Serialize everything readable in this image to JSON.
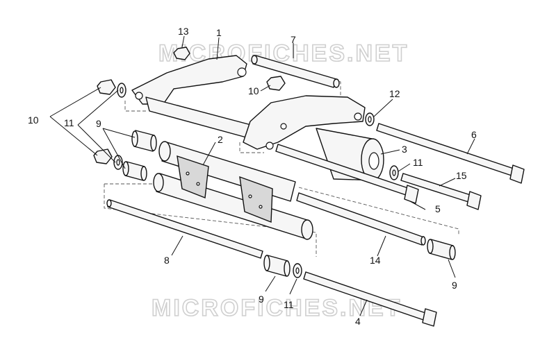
{
  "watermark": {
    "top": "MICROFICHES.NET",
    "bottom": "MICROFICHES.NET"
  },
  "callouts": {
    "c1": "1",
    "c2": "2",
    "c3": "3",
    "c4": "4",
    "c5": "5",
    "c6": "6",
    "c7": "7",
    "c8": "8",
    "c9a": "9",
    "c9b": "9",
    "c9c": "9",
    "c10a": "10",
    "c10b": "10",
    "c11a": "11",
    "c11b": "11",
    "c11c": "11",
    "c12": "12",
    "c13": "13",
    "c14": "14",
    "c15": "15"
  }
}
